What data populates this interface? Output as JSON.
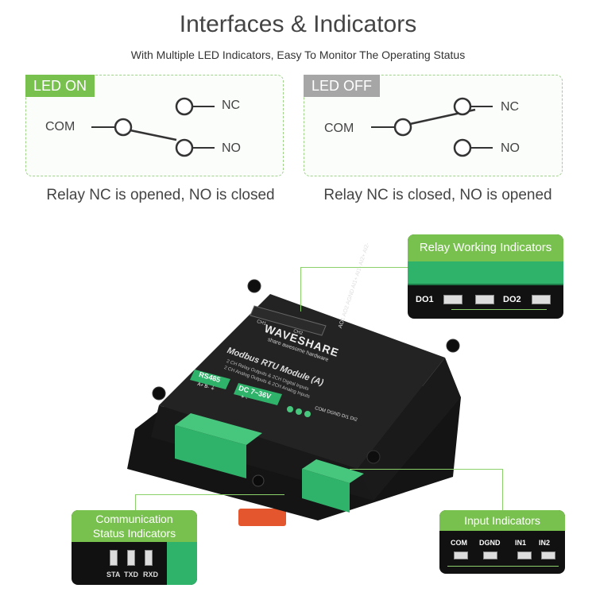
{
  "header": {
    "title": "Interfaces & Indicators",
    "subtitle": "With Multiple LED Indicators, Easy To Monitor The Operating Status"
  },
  "led_on": {
    "tag": "LED ON",
    "com": "COM",
    "nc": "NC",
    "no": "NO",
    "caption": "Relay NC is opened, NO is closed"
  },
  "led_off": {
    "tag": "LED OFF",
    "com": "COM",
    "nc": "NC",
    "no": "NO",
    "caption": "Relay NC is closed, NO is opened"
  },
  "callouts": {
    "relay": {
      "title": "Relay Working Indicators",
      "do1": "DO1",
      "do2": "DO2"
    },
    "comm": {
      "title_line1": "Communication",
      "title_line2": "Status Indicators",
      "sta": "STA",
      "txd": "TXD",
      "rxd": "RXD"
    },
    "input": {
      "title": "Input Indicators",
      "com": "COM",
      "dgnd": "DGND",
      "in1": "IN1",
      "in2": "IN2"
    }
  },
  "device": {
    "brand": "WAVESHARE",
    "tagline": "share awesome hardware",
    "model": "Modbus RTU Module (A)",
    "spec1": "2 CH Relay Outputs & 2CH Digital Inputs",
    "spec2": "2 CH Analog Outputs & 2CH Analog Inputs",
    "rs485": "RS485",
    "rs485_pins": "A+ B- ⏚",
    "power": "DC 7~36V",
    "power_pins": "+ -",
    "ch1": "CH1",
    "ch2": "CH2",
    "analog_pins": [
      "AO1",
      "AO2",
      "AGND",
      "AI1+",
      "AI1-",
      "AI2+",
      "AI2-"
    ],
    "input_pins": "COM DGND DI1 DI2"
  },
  "colors": {
    "accent": "#79c14f",
    "terminal": "#2fb36a",
    "body": "#1d1d1d",
    "rail": "#e4572e"
  }
}
